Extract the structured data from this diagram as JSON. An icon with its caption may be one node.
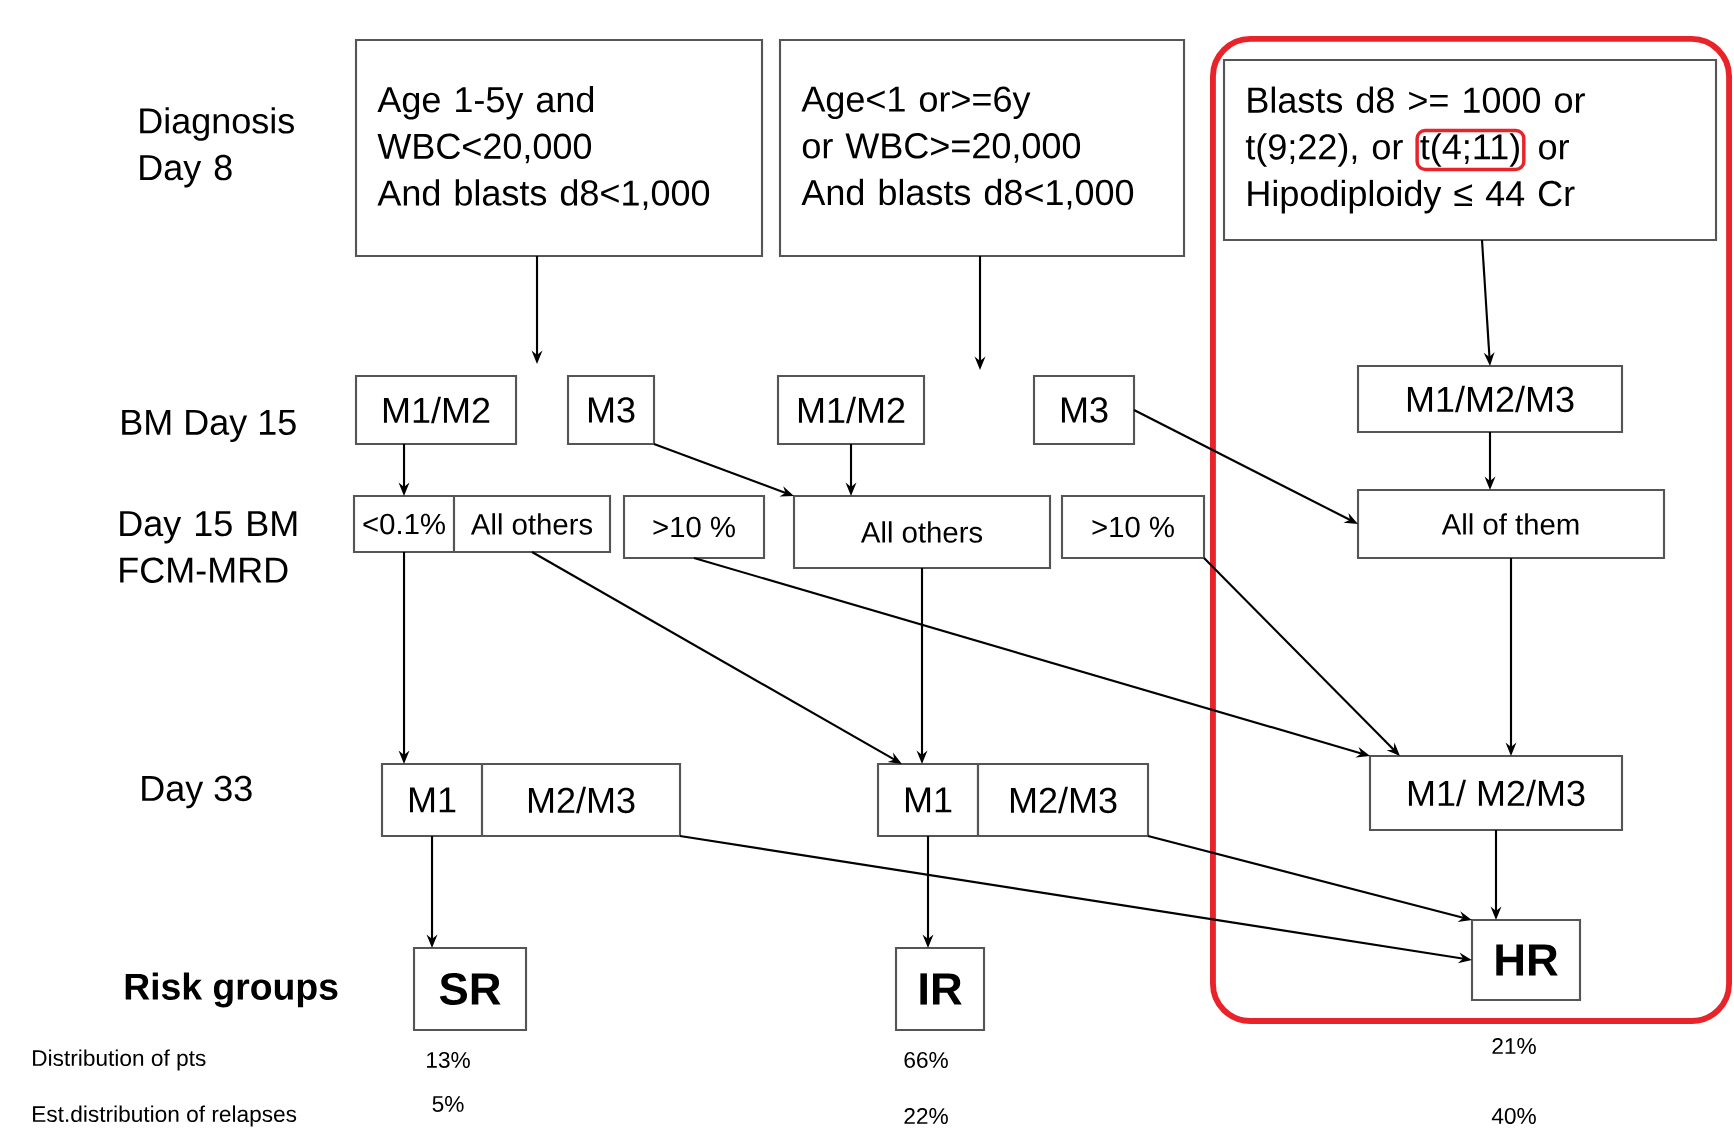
{
  "diagram": {
    "nodes": [
      {
        "text": [],
        "shape": "box"
      },
      {
        "text": [
          "Age 1-5y and",
          "WBC<20,000",
          "And blasts d8<1,000"
        ]
      },
      {
        "text": [
          "Age<1 or>=6y",
          "or WBC>=20,000",
          "And blasts d8<1,000"
        ]
      },
      {
        "text": [
          "Blasts d8 >= 1000 or",
          "t(9;22), or",
          "t(4;11)",
          "or",
          "Hipodiploidy ≤ 44 Cr"
        ],
        "in": 0
      },
      {
        "text": [
          "M1/M2"
        ]
      },
      {
        "text": [
          "M3"
        ]
      },
      {
        "text": [
          "M1/M2"
        ]
      },
      {
        "text": [
          "M3"
        ]
      },
      {
        "text": [
          "M1/M2/M3"
        ],
        "in": 0
      },
      {
        "text": [
          "<0.1%"
        ]
      },
      {
        "text": [
          "All others"
        ]
      },
      {
        "text": [
          ">10 %"
        ]
      },
      {
        "text": [
          "All others"
        ]
      },
      {
        "text": [
          ">10 %"
        ]
      },
      {
        "text": [
          "All of them"
        ],
        "in": 0
      },
      {
        "text": [
          "M1"
        ]
      },
      {
        "text": [
          "M2/M3"
        ]
      },
      {
        "text": [
          "M1"
        ]
      },
      {
        "text": [
          "M2/M3"
        ]
      },
      {
        "text": [
          "M1/ M2/M3"
        ],
        "in": 0
      },
      {
        "text": [
          "SR"
        ]
      },
      {
        "text": [
          "IR"
        ]
      },
      {
        "text": [
          "HR"
        ],
        "in": 0
      }
    ],
    "edges": [
      {
        "from": 1,
        "to": null,
        "arrow": "to"
      },
      {
        "from": 2,
        "to": null,
        "arrow": "to"
      },
      {
        "from": 3,
        "to": 8,
        "arrow": "to"
      },
      {
        "from": 4,
        "to": 9,
        "arrow": "to"
      },
      {
        "from": 5,
        "to": 12,
        "arrow": "to"
      },
      {
        "from": 6,
        "to": 12,
        "arrow": "to"
      },
      {
        "from": 7,
        "to": 14,
        "arrow": "to"
      },
      {
        "from": 8,
        "to": 14,
        "arrow": "to"
      },
      {
        "from": 9,
        "to": 15,
        "arrow": "to"
      },
      {
        "from": 10,
        "to": 17,
        "arrow": "to"
      },
      {
        "from": 11,
        "to": 19,
        "arrow": "to"
      },
      {
        "from": 12,
        "to": 17,
        "arrow": "to"
      },
      {
        "from": 13,
        "to": 19,
        "arrow": "to"
      },
      {
        "from": 14,
        "to": 19,
        "arrow": "to"
      },
      {
        "from": 16,
        "to": 22,
        "arrow": "to"
      },
      {
        "from": 18,
        "to": 22,
        "arrow": "to"
      },
      {
        "from": 15,
        "to": 20,
        "arrow": "to"
      },
      {
        "from": 17,
        "to": 21,
        "arrow": "to"
      },
      {
        "from": 19,
        "to": 22,
        "arrow": "to"
      }
    ],
    "labels": [
      "Diagnosis Day 8",
      "BM Day 15",
      "Day 15 BM FCM-MRD",
      "Day 33",
      "Risk groups",
      "21%",
      "Distribution of pts",
      "13%",
      "66%",
      "5%",
      "Est.distribution of relapses",
      "22%",
      "40%"
    ]
  }
}
